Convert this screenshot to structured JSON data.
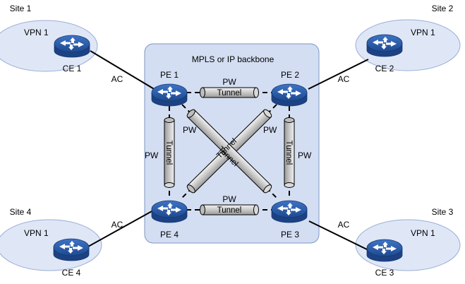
{
  "colors": {
    "background": "#ffffff",
    "site_fill": "#dfe7f7",
    "site_stroke": "#9aaed6",
    "backbone_fill": "#d3def2",
    "backbone_stroke": "#7f95c6",
    "router_blue": "#2c5aa8",
    "tunnel_fill": "#cccccc",
    "link": "#000000"
  },
  "backbone": {
    "label": "MPLS or IP backbone"
  },
  "sites": [
    {
      "id": "site1",
      "name": "Site 1",
      "vpn": "VPN 1",
      "ce": "CE 1",
      "ac": "AC"
    },
    {
      "id": "site2",
      "name": "Site 2",
      "vpn": "VPN 1",
      "ce": "CE 2",
      "ac": "AC"
    },
    {
      "id": "site3",
      "name": "Site 3",
      "vpn": "VPN 1",
      "ce": "CE 3",
      "ac": "AC"
    },
    {
      "id": "site4",
      "name": "Site 4",
      "vpn": "VPN 1",
      "ce": "CE 4",
      "ac": "AC"
    }
  ],
  "pes": [
    {
      "id": "pe1",
      "label": "PE 1"
    },
    {
      "id": "pe2",
      "label": "PE 2"
    },
    {
      "id": "pe3",
      "label": "PE 3"
    },
    {
      "id": "pe4",
      "label": "PE 4"
    }
  ],
  "tunnels": [
    {
      "id": "pe1-pe2",
      "from": "pe1",
      "to": "pe2",
      "label": "Tunnel",
      "pw": "PW"
    },
    {
      "id": "pe1-pe4",
      "from": "pe1",
      "to": "pe4",
      "label": "Tunnel",
      "pw": "PW"
    },
    {
      "id": "pe2-pe3",
      "from": "pe2",
      "to": "pe3",
      "label": "Tunnel",
      "pw": "PW"
    },
    {
      "id": "pe4-pe3",
      "from": "pe4",
      "to": "pe3",
      "label": "Tunnel",
      "pw": "PW"
    },
    {
      "id": "pe1-pe3",
      "from": "pe1",
      "to": "pe3",
      "label": "Tunnel",
      "pw": "PW"
    },
    {
      "id": "pe2-pe4",
      "from": "pe2",
      "to": "pe4",
      "label": "Tunnel",
      "pw": "PW"
    }
  ]
}
